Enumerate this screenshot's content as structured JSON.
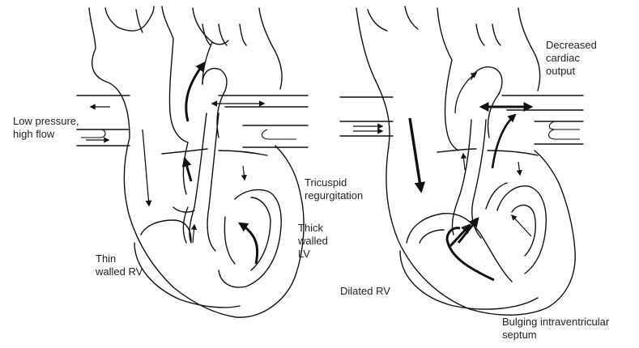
{
  "labels": {
    "left_flow": "Low pressure,\nhigh flow",
    "left_rv": "Thin\nwalled RV",
    "left_lv": "Thick\nwalled\nLV",
    "right_output": "Decreased\ncardiac\noutput",
    "right_tricuspid": "Tricuspid\nregurgitation",
    "right_rv": "Dilated RV",
    "right_septum": "Bulging intraventricular\nseptum"
  },
  "panels": [
    {
      "name": "normal-heart"
    },
    {
      "name": "pulmonary-hypertension-heart"
    }
  ]
}
